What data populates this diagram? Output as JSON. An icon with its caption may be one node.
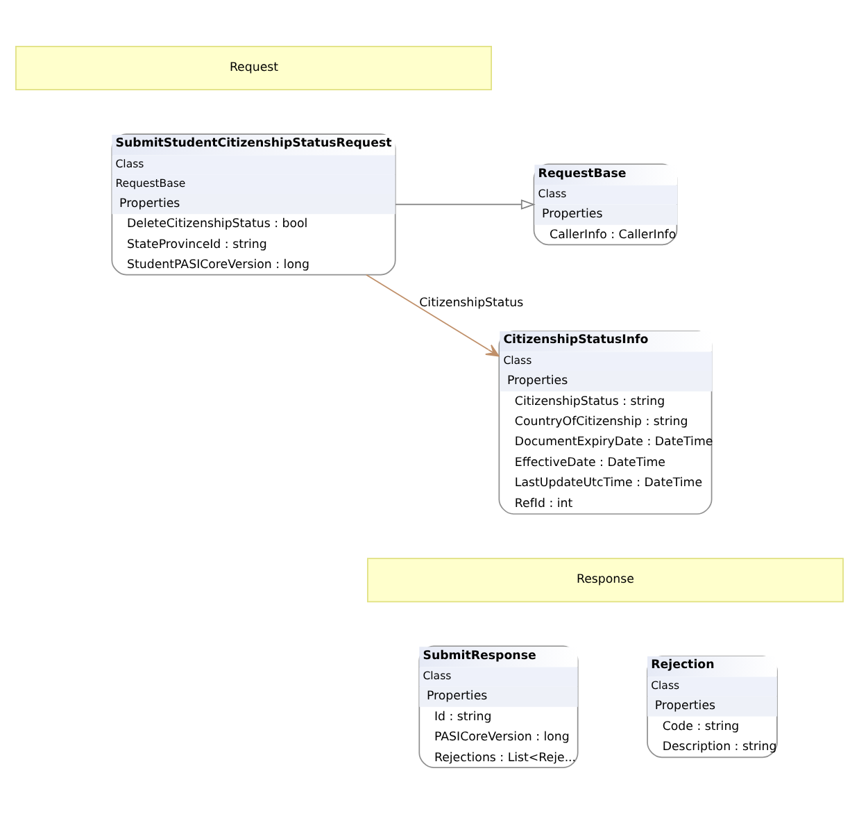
{
  "diagram": {
    "nodes": [
      {
        "text": [
          "Request"
        ]
      },
      {
        "text": [
          "SubmitStudentCitizenshipStatusRequest",
          "Class",
          "RequestBase",
          "Properties",
          "DeleteCitizenshipStatus : bool",
          "StateProvinceId : string",
          "StudentPASICoreVersion : long"
        ]
      },
      {
        "text": [
          "RequestBase",
          "Class",
          "Properties",
          "CallerInfo : CallerInfo"
        ]
      },
      {
        "text": [
          "CitizenshipStatusInfo",
          "Class",
          "Properties",
          "CitizenshipStatus : string",
          "CountryOfCitizenship : string",
          "DocumentExpiryDate : DateTime",
          "EffectiveDate : DateTime",
          "LastUpdateUtcTime : DateTime",
          "RefId : int"
        ]
      },
      {
        "text": [
          "Response"
        ]
      },
      {
        "text": [
          "SubmitResponse",
          "Class",
          "Properties",
          "Id : string",
          "PASICoreVersion : long",
          "Rejections : List<Reje..."
        ]
      },
      {
        "text": [
          "Rejection",
          "Class",
          "Properties",
          "Code : string",
          "Description : string"
        ]
      }
    ],
    "edges": [
      {
        "from": 1,
        "to": 2,
        "arrow": "to",
        "color": "#808080"
      },
      {
        "from": 1,
        "to": 3,
        "arrow": "to",
        "label": "CitizenshipStatus",
        "color": "#c0906a"
      }
    ]
  }
}
